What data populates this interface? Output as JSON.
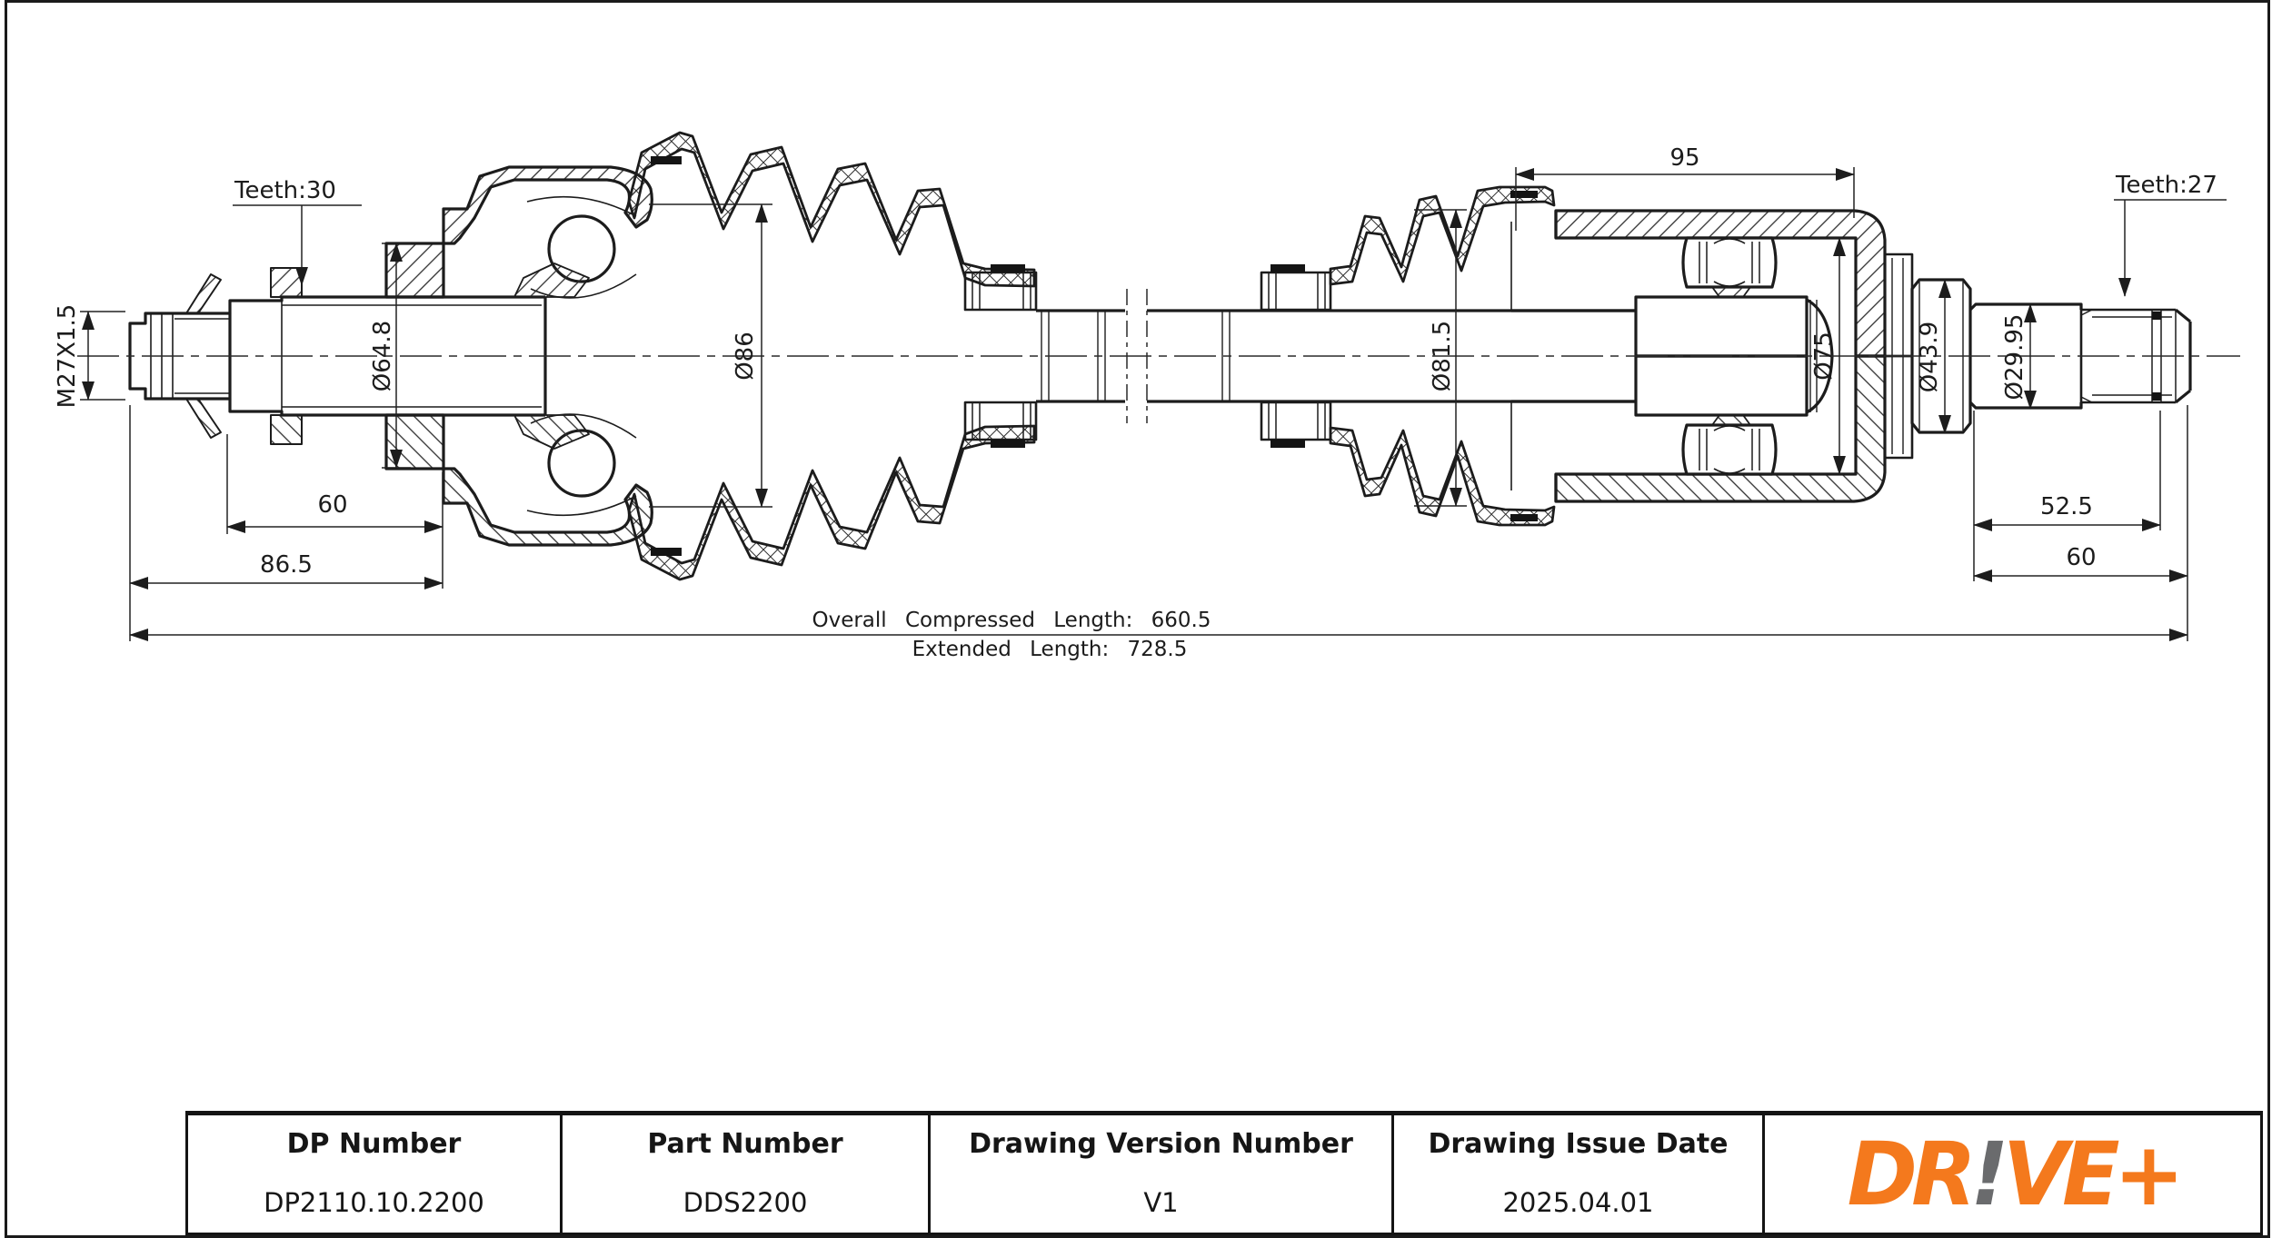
{
  "sheet": {
    "background": "#ffffff",
    "line_color": "#1c1c1c"
  },
  "drawing": {
    "labels": {
      "teeth_left": "Teeth:30",
      "teeth_right": "Teeth:27",
      "thread": "M27X1.5",
      "dia_64_8": "Ø64.8",
      "dia_86": "Ø86",
      "dia_81_5": "Ø81.5",
      "dia_75": "Ø75",
      "dia_43_9": "Ø43.9",
      "dia_29_95": "Ø29.95",
      "dim_95": "95",
      "dim_60_left": "60",
      "dim_86_5": "86.5",
      "dim_52_5": "52.5",
      "dim_60_right": "60",
      "overall_compressed": "Overall Compressed Length: 660.5",
      "extended": "Extended Length: 728.5"
    }
  },
  "title_block": {
    "columns": [
      {
        "header": "DP Number",
        "value": "DP2110.10.2200"
      },
      {
        "header": "Part Number",
        "value": "DDS2200"
      },
      {
        "header": "Drawing Version Number",
        "value": "V1"
      },
      {
        "header": "Drawing Issue Date",
        "value": "2025.04.01"
      }
    ],
    "logo": {
      "part1": "DR",
      "part2": "!",
      "part3": "VE+",
      "orange": "#F4791D",
      "gray": "#6a6b6d"
    }
  }
}
